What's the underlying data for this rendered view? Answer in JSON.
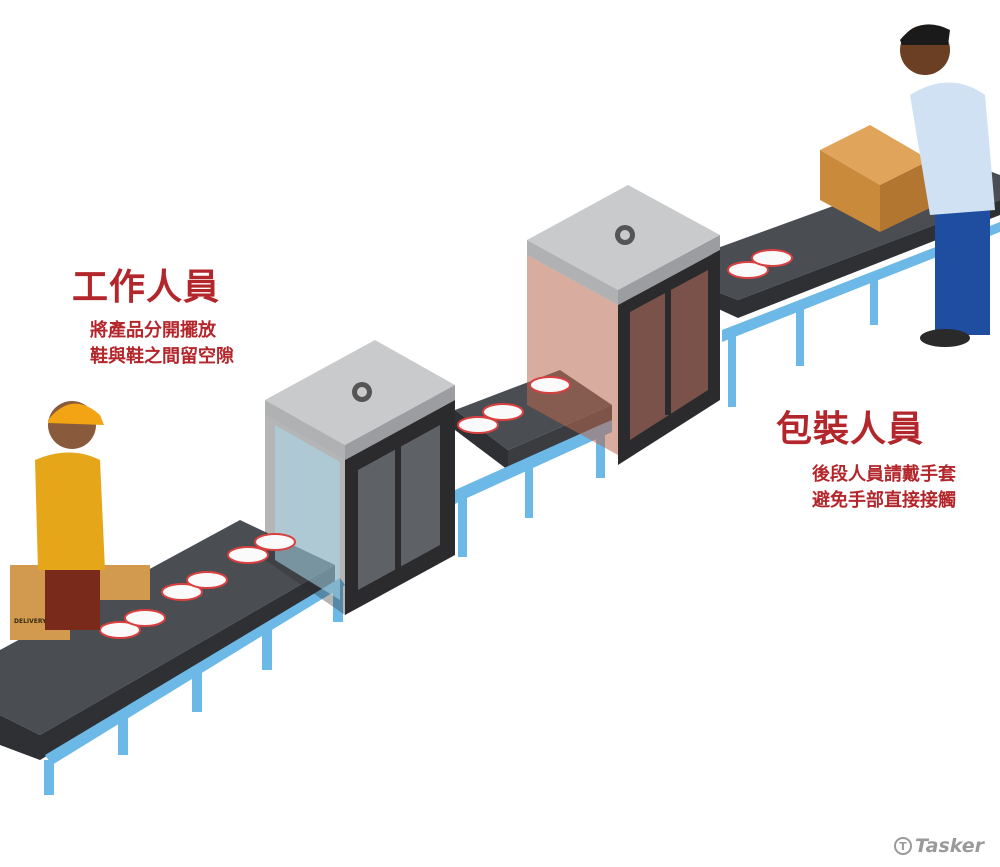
{
  "worker": {
    "title": "工作人員",
    "lines": [
      "將產品分開擺放",
      "鞋與鞋之間留空隙"
    ]
  },
  "packer": {
    "title": "包裝人員",
    "lines": [
      "後段人員請戴手套",
      "避免手部直接接觸"
    ]
  },
  "box_label": "DELIVERY",
  "logo": "Tasker",
  "colors": {
    "accent_text": "#b3262b",
    "belt": "#4a4d52",
    "frame": "#6cb8e6",
    "scanner_body": "#2b2b2d",
    "scanner_lid": "#c9cacc"
  }
}
